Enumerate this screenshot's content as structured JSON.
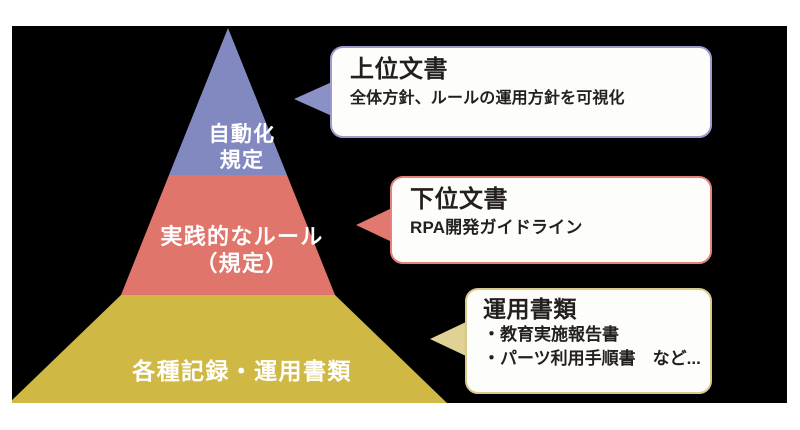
{
  "slide": {
    "background_color": "#000000",
    "page_background_color": "#ffffff"
  },
  "pyramid": {
    "name": "document-hierarchy-pyramid",
    "tiers": [
      {
        "id": "top",
        "label": "自動化\n規定",
        "color": "#8289c0",
        "text_color": "#ffffff"
      },
      {
        "id": "middle",
        "label": "実践的なルール\n（規定）",
        "color": "#e0756b",
        "text_color": "#ffffff"
      },
      {
        "id": "bottom",
        "label": "各種記録・運用書類",
        "color": "#cfb843",
        "text_color": "#ffffff"
      }
    ]
  },
  "callouts": [
    {
      "id": "upper-document",
      "title": "上位文書",
      "subtitle": "全体方針、ルールの運用方針を可視化",
      "border_color": "#9a9ccd",
      "tail_color": "#8b91c6",
      "background_color": "#fdfdfb"
    },
    {
      "id": "lower-document",
      "title": "下位文書",
      "subtitle": "RPA開発ガイドライン",
      "border_color": "#e5837a",
      "tail_color": "#e2796e",
      "background_color": "#fdfdfb"
    },
    {
      "id": "operational-documents",
      "title": "運用書類",
      "bullets": "・教育実施報告書\n・パーツ利用手順書　など...",
      "border_color": "#d9c98c",
      "tail_color": "#e0d194",
      "background_color": "#fdfdfb"
    }
  ]
}
